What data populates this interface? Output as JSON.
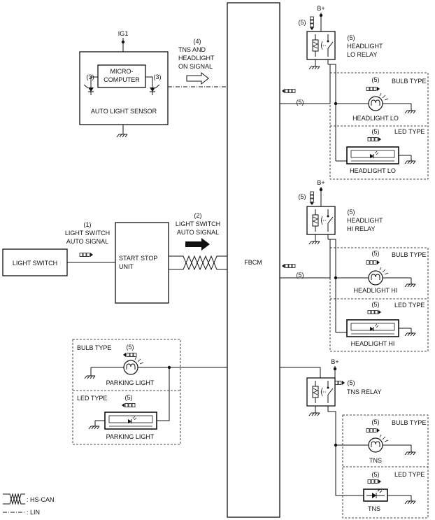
{
  "modules": {
    "fbcm": "FBCM",
    "light_switch": "LIGHT SWITCH",
    "start_stop_unit": [
      "START STOP",
      "UNIT"
    ],
    "auto_light_sensor": "AUTO LIGHT SENSOR",
    "microcomputer": [
      "MICRO-",
      "COMPUTER"
    ],
    "ig1": "IG1"
  },
  "signals": {
    "s1": {
      "num": "(1)",
      "lines": [
        "LIGHT SWITCH",
        "AUTO SIGNAL"
      ]
    },
    "s2": {
      "num": "(2)",
      "lines": [
        "LIGHT SWITCH",
        "AUTO SIGNAL"
      ]
    },
    "s4": {
      "num": "(4)",
      "lines": [
        "TNS AND",
        "HEADLIGHT",
        "ON SIGNAL"
      ]
    }
  },
  "markers": {
    "m3": "(3)",
    "m5": "(5)"
  },
  "power": {
    "bplus": "B+"
  },
  "relays": {
    "lo": [
      "HEADLIGHT",
      "LO RELAY"
    ],
    "hi": [
      "HEADLIGHT",
      "HI RELAY"
    ],
    "tns": "TNS RELAY"
  },
  "lamps": {
    "bulb_type": "BULB TYPE",
    "led_type": "LED TYPE",
    "headlight_lo": "HEADLIGHT LO",
    "headlight_hi": "HEADLIGHT HI",
    "tns": "TNS",
    "parking_light": "PARKING LIGHT"
  },
  "legend": {
    "hs_can": ": HS-CAN",
    "lin": ": LIN"
  }
}
